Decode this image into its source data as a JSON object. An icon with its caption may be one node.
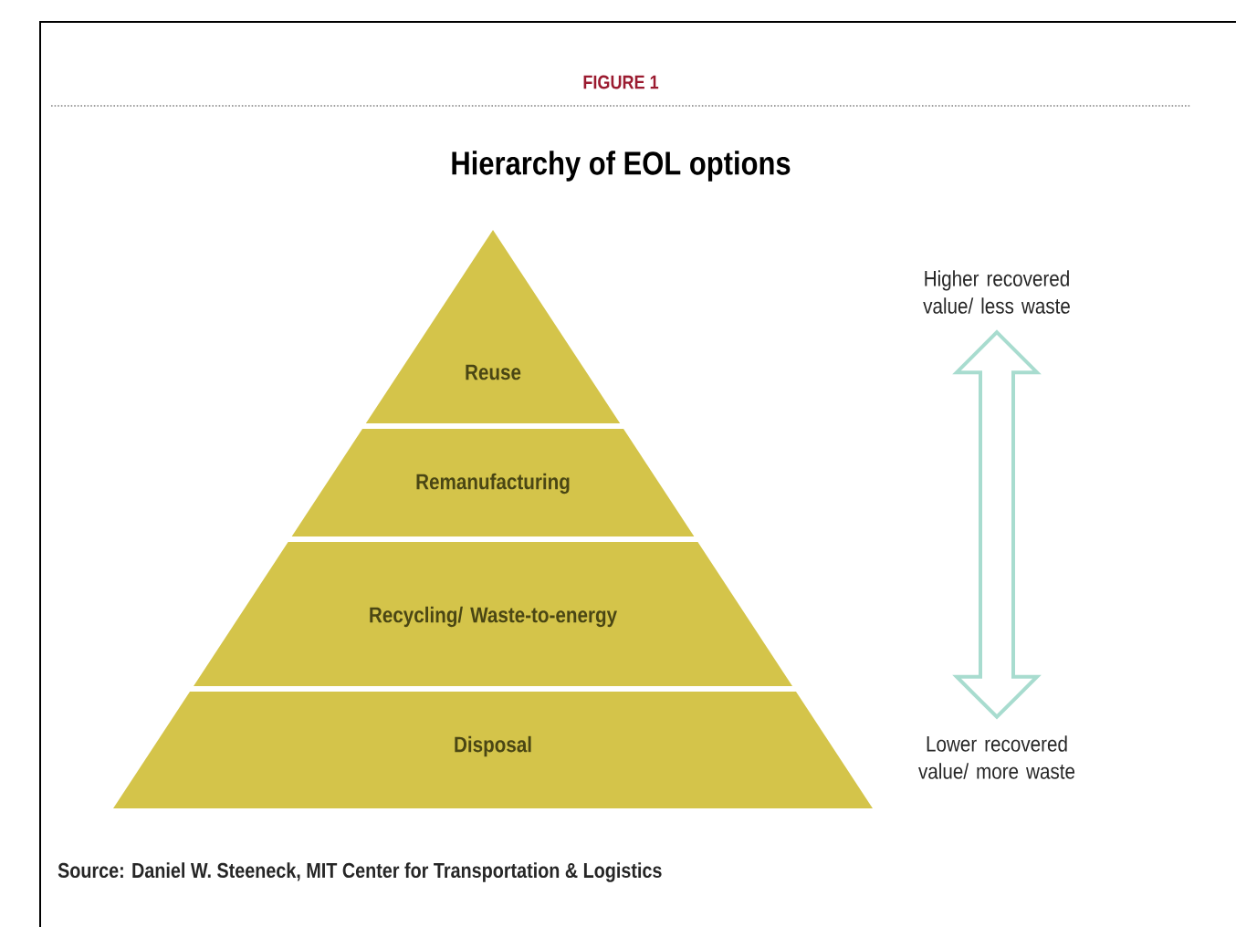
{
  "diagram": {
    "title": "Hierarchy of EOL options",
    "caption": "Source: Daniel W. Steeneck, MIT Center for Transportation & Logistics",
    "nodes": [
      {
        "text": [
          "Reuse"
        ]
      },
      {
        "text": [
          "Remanufacturing"
        ]
      },
      {
        "text": [
          "Recycling/ Waste-to-energy"
        ]
      },
      {
        "text": [
          "Disposal"
        ]
      },
      {
        "text": [
          "Higher recovered value/ less waste"
        ]
      },
      {
        "text": [
          "Lower recovered value/ more waste"
        ]
      }
    ],
    "edges": [
      {
        "from": 4,
        "to": 5,
        "arrow": "both"
      }
    ],
    "labels": [
      "FIGURE 1"
    ]
  }
}
